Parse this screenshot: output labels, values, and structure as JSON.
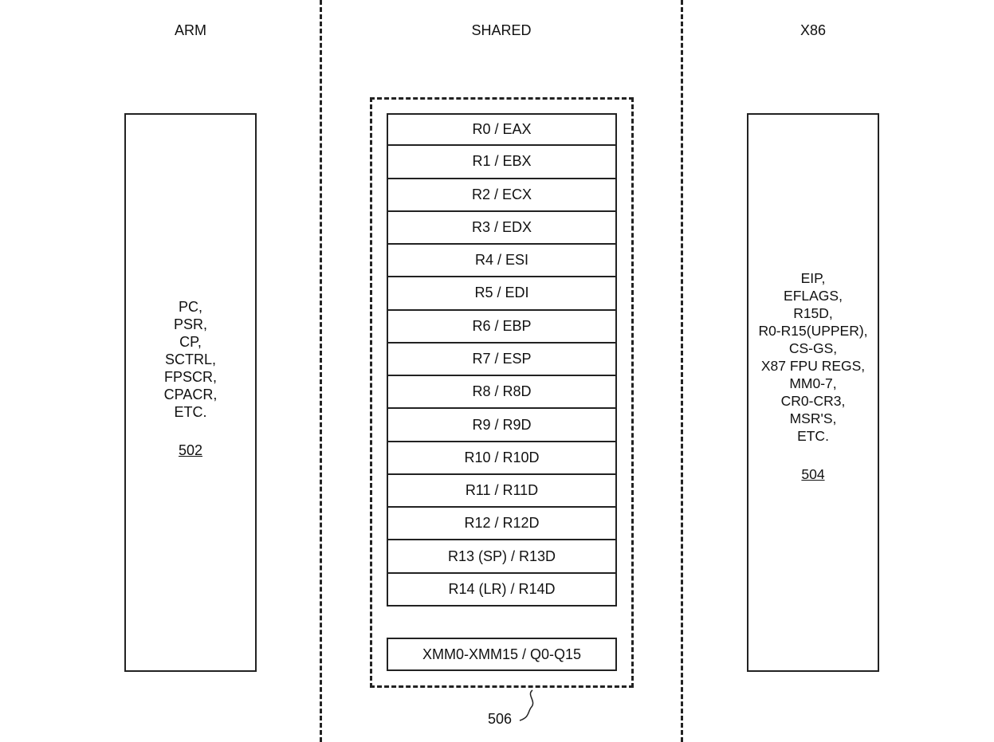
{
  "columns": {
    "arm": "ARM",
    "shared": "SHARED",
    "x86": "X86"
  },
  "arm_box": {
    "lines": [
      "PC,",
      "PSR,",
      "CP,",
      "SCTRL,",
      "FPSCR,",
      "CPACR,",
      "ETC."
    ],
    "ref": "502"
  },
  "x86_box": {
    "lines": [
      "EIP,",
      "EFLAGS,",
      "R15D,",
      "R0-R15(UPPER),",
      "CS-GS,",
      "X87 FPU REGS,",
      "MM0-7,",
      "CR0-CR3,",
      "MSR'S,",
      "ETC."
    ],
    "ref": "504"
  },
  "shared_registers": [
    "R0 / EAX",
    "R1 / EBX",
    "R2 / ECX",
    "R3 / EDX",
    "R4 / ESI",
    "R5 / EDI",
    "R6 / EBP",
    "R7 / ESP",
    "R8 / R8D",
    "R9 / R9D",
    "R10 / R10D",
    "R11 / R11D",
    "R12 / R12D",
    "R13 (SP) / R13D",
    "R14 (LR) / R14D"
  ],
  "xmm_register": "XMM0-XMM15 / Q0-Q15",
  "shared_ref": "506"
}
